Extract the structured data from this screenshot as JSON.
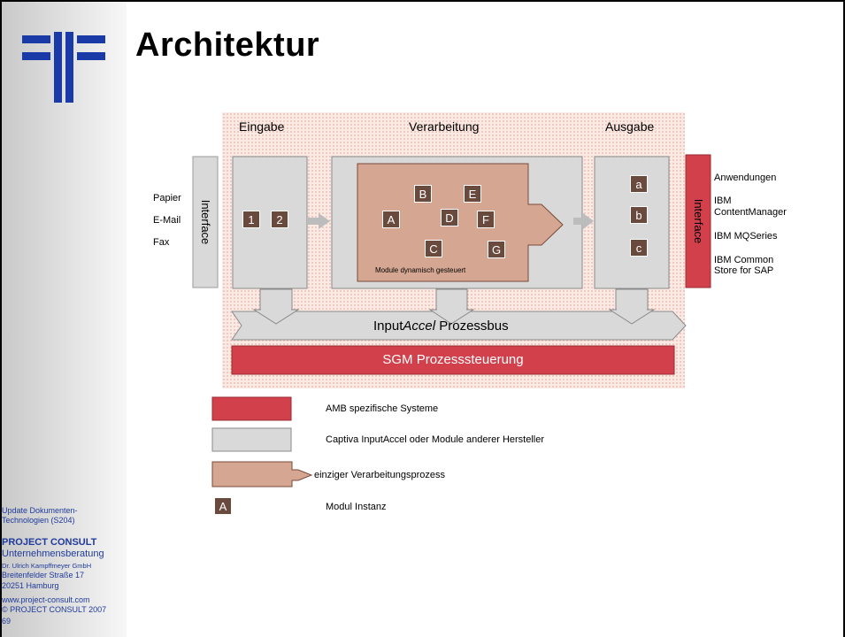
{
  "slide": {
    "title": "Architektur",
    "page_number": "69"
  },
  "sidebar": {
    "course_line1": "Update Dokumenten-",
    "course_line2": "Technologien (S204)",
    "company": "PROJECT  CONSULT",
    "company_sub": "Unternehmensberatung",
    "person": "Dr. Ulrich Kampffmeyer  GmbH",
    "street": "Breitenfelder Straße 17",
    "city": "20251 Hamburg",
    "web": "www.project-consult.com",
    "copyright": "© PROJECT CONSULT  2007"
  },
  "diagram": {
    "section_input": "Eingabe",
    "section_processing": "Verarbeitung",
    "section_output": "Ausgabe",
    "interface_label": "Interface",
    "inputs": [
      "Papier",
      "E-Mail",
      "Fax"
    ],
    "input_modules": [
      "1",
      "2"
    ],
    "processing_modules": [
      "A",
      "B",
      "C",
      "D",
      "E",
      "F",
      "G"
    ],
    "processing_caption": "Module dynamisch gesteuert",
    "output_modules": [
      "a",
      "b",
      "c"
    ],
    "outputs": {
      "o1": "Anwendungen",
      "o2a": "IBM",
      "o2b": "ContentManager",
      "o3": "IBM MQSeries",
      "o4a": "IBM Common",
      "o4b": "Store for SAP"
    },
    "bus_label_1": "Input",
    "bus_label_2": "Accel",
    "bus_label_3": " Prozessbus",
    "control_label": "SGM Prozesssteuerung"
  },
  "legend": {
    "items": [
      "AMB spezifische Systeme",
      "Captiva InputAccel oder Module anderer Hersteller",
      "einziger Verarbeitungsprozess",
      "Modul Instanz"
    ],
    "module_sample": "A"
  },
  "colors": {
    "red": "#d2404c",
    "gray": "#d9d9d9",
    "process": "#d5a793",
    "module": "#6b4a3e",
    "logo_blue": "#1a3aa8",
    "sidebar_text": "#1f3a9c"
  }
}
